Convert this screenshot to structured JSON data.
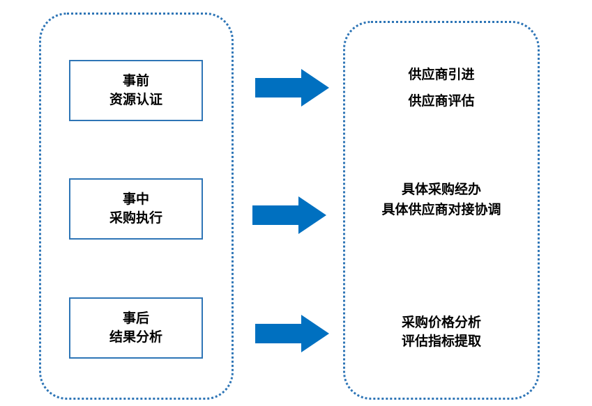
{
  "stages": [
    {
      "line1": "事前",
      "line2": "资源认证"
    },
    {
      "line1": "事中",
      "line2": "采购执行"
    },
    {
      "line1": "事后",
      "line2": "结果分析"
    }
  ],
  "outcomes": [
    {
      "line1": "供应商引进",
      "line2": "供应商评估"
    },
    {
      "line1": "具体采购经办",
      "line2": "具体供应商对接协调"
    },
    {
      "line1": "采购价格分析",
      "line2": "评估指标提取"
    }
  ],
  "colors": {
    "panel_border": "#2e75b6",
    "box_border": "#2e75b6",
    "arrow_fill": "#0070c0"
  }
}
